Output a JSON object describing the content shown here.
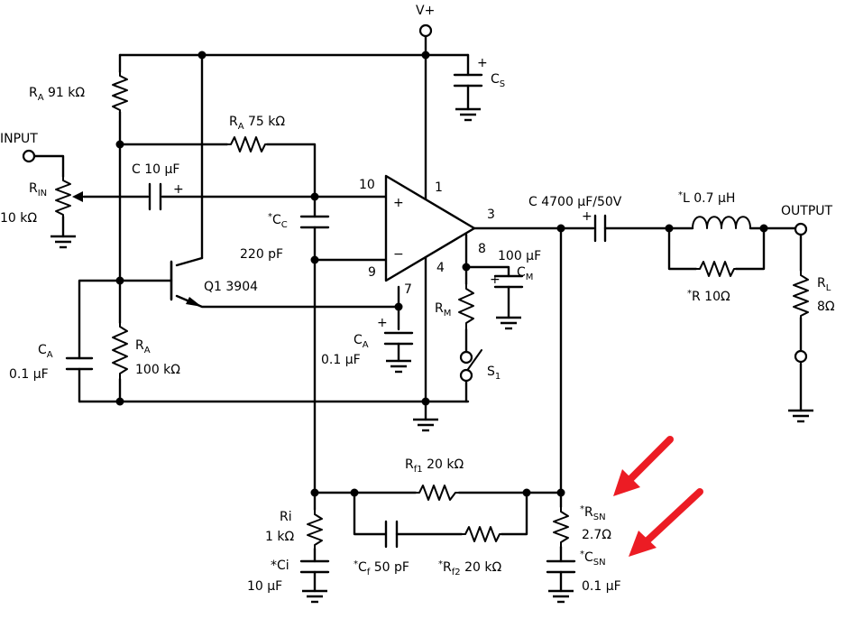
{
  "labels": {
    "vplus": "V+",
    "input": "INPUT",
    "output": "OUTPUT",
    "ra1": {
      "pre": "",
      "main": "R",
      "sub": "A",
      "post": " 91 kΩ"
    },
    "ra2": {
      "pre": "",
      "main": "R",
      "sub": "A",
      "post": " 75 kΩ"
    },
    "ra3": {
      "main": "R",
      "sub": "A",
      "value": "100 kΩ"
    },
    "rin": {
      "main": "R",
      "sub": "IN",
      "value": "10 kΩ"
    },
    "cin": {
      "text": "C  10 μF",
      "plus": "+"
    },
    "cc": {
      "star": "*",
      "main": "C",
      "sub": "C",
      "value": "220 pF"
    },
    "ca_left": {
      "main": "C",
      "sub": "A",
      "value": "0.1 μF"
    },
    "ca_mid": {
      "main": "C",
      "sub": "A",
      "value": "0.1 μF"
    },
    "q1": "Q1  3904",
    "cs": {
      "main": "C",
      "sub": "S",
      "plus": "+"
    },
    "cm": {
      "value": "100 μF",
      "main": "C",
      "sub": "M",
      "plus": "+"
    },
    "rm": {
      "main": "R",
      "sub": "M"
    },
    "s1": {
      "main": "S",
      "sub": "1"
    },
    "cout": {
      "text": "C  4700 μF/50V",
      "plus": "+"
    },
    "lout": {
      "star": "*",
      "text": "L  0.7 μH"
    },
    "rpar": {
      "star": "*",
      "text": "R  10Ω"
    },
    "rl": {
      "main": "R",
      "sub": "L",
      "value": "8Ω"
    },
    "rf1": {
      "main": "R",
      "sub": "f1",
      "post": "  20 kΩ"
    },
    "rf2": {
      "star": "*",
      "main": "R",
      "sub": "f2",
      "post": "  20 kΩ"
    },
    "cf": {
      "star": "*",
      "main": "C",
      "sub": "f",
      "post": "  50 pF"
    },
    "ri": {
      "text": "Ri",
      "value": "1 kΩ"
    },
    "ci": {
      "text": "*Ci",
      "value": "10 μF"
    },
    "rsn": {
      "star": "*",
      "main": "R",
      "sub": "SN",
      "value": "2.7Ω"
    },
    "csn": {
      "star": "*",
      "main": "C",
      "sub": "SN",
      "value": "0.1 μF"
    },
    "pins": {
      "p1": "1",
      "p3": "3",
      "p4": "4",
      "p7": "7",
      "p8": "8",
      "p9": "9",
      "p10": "10"
    },
    "opamp": {
      "plus": "+",
      "minus": "−"
    }
  },
  "colors": {
    "wire": "#000000",
    "arrow": "#ec1c24"
  }
}
